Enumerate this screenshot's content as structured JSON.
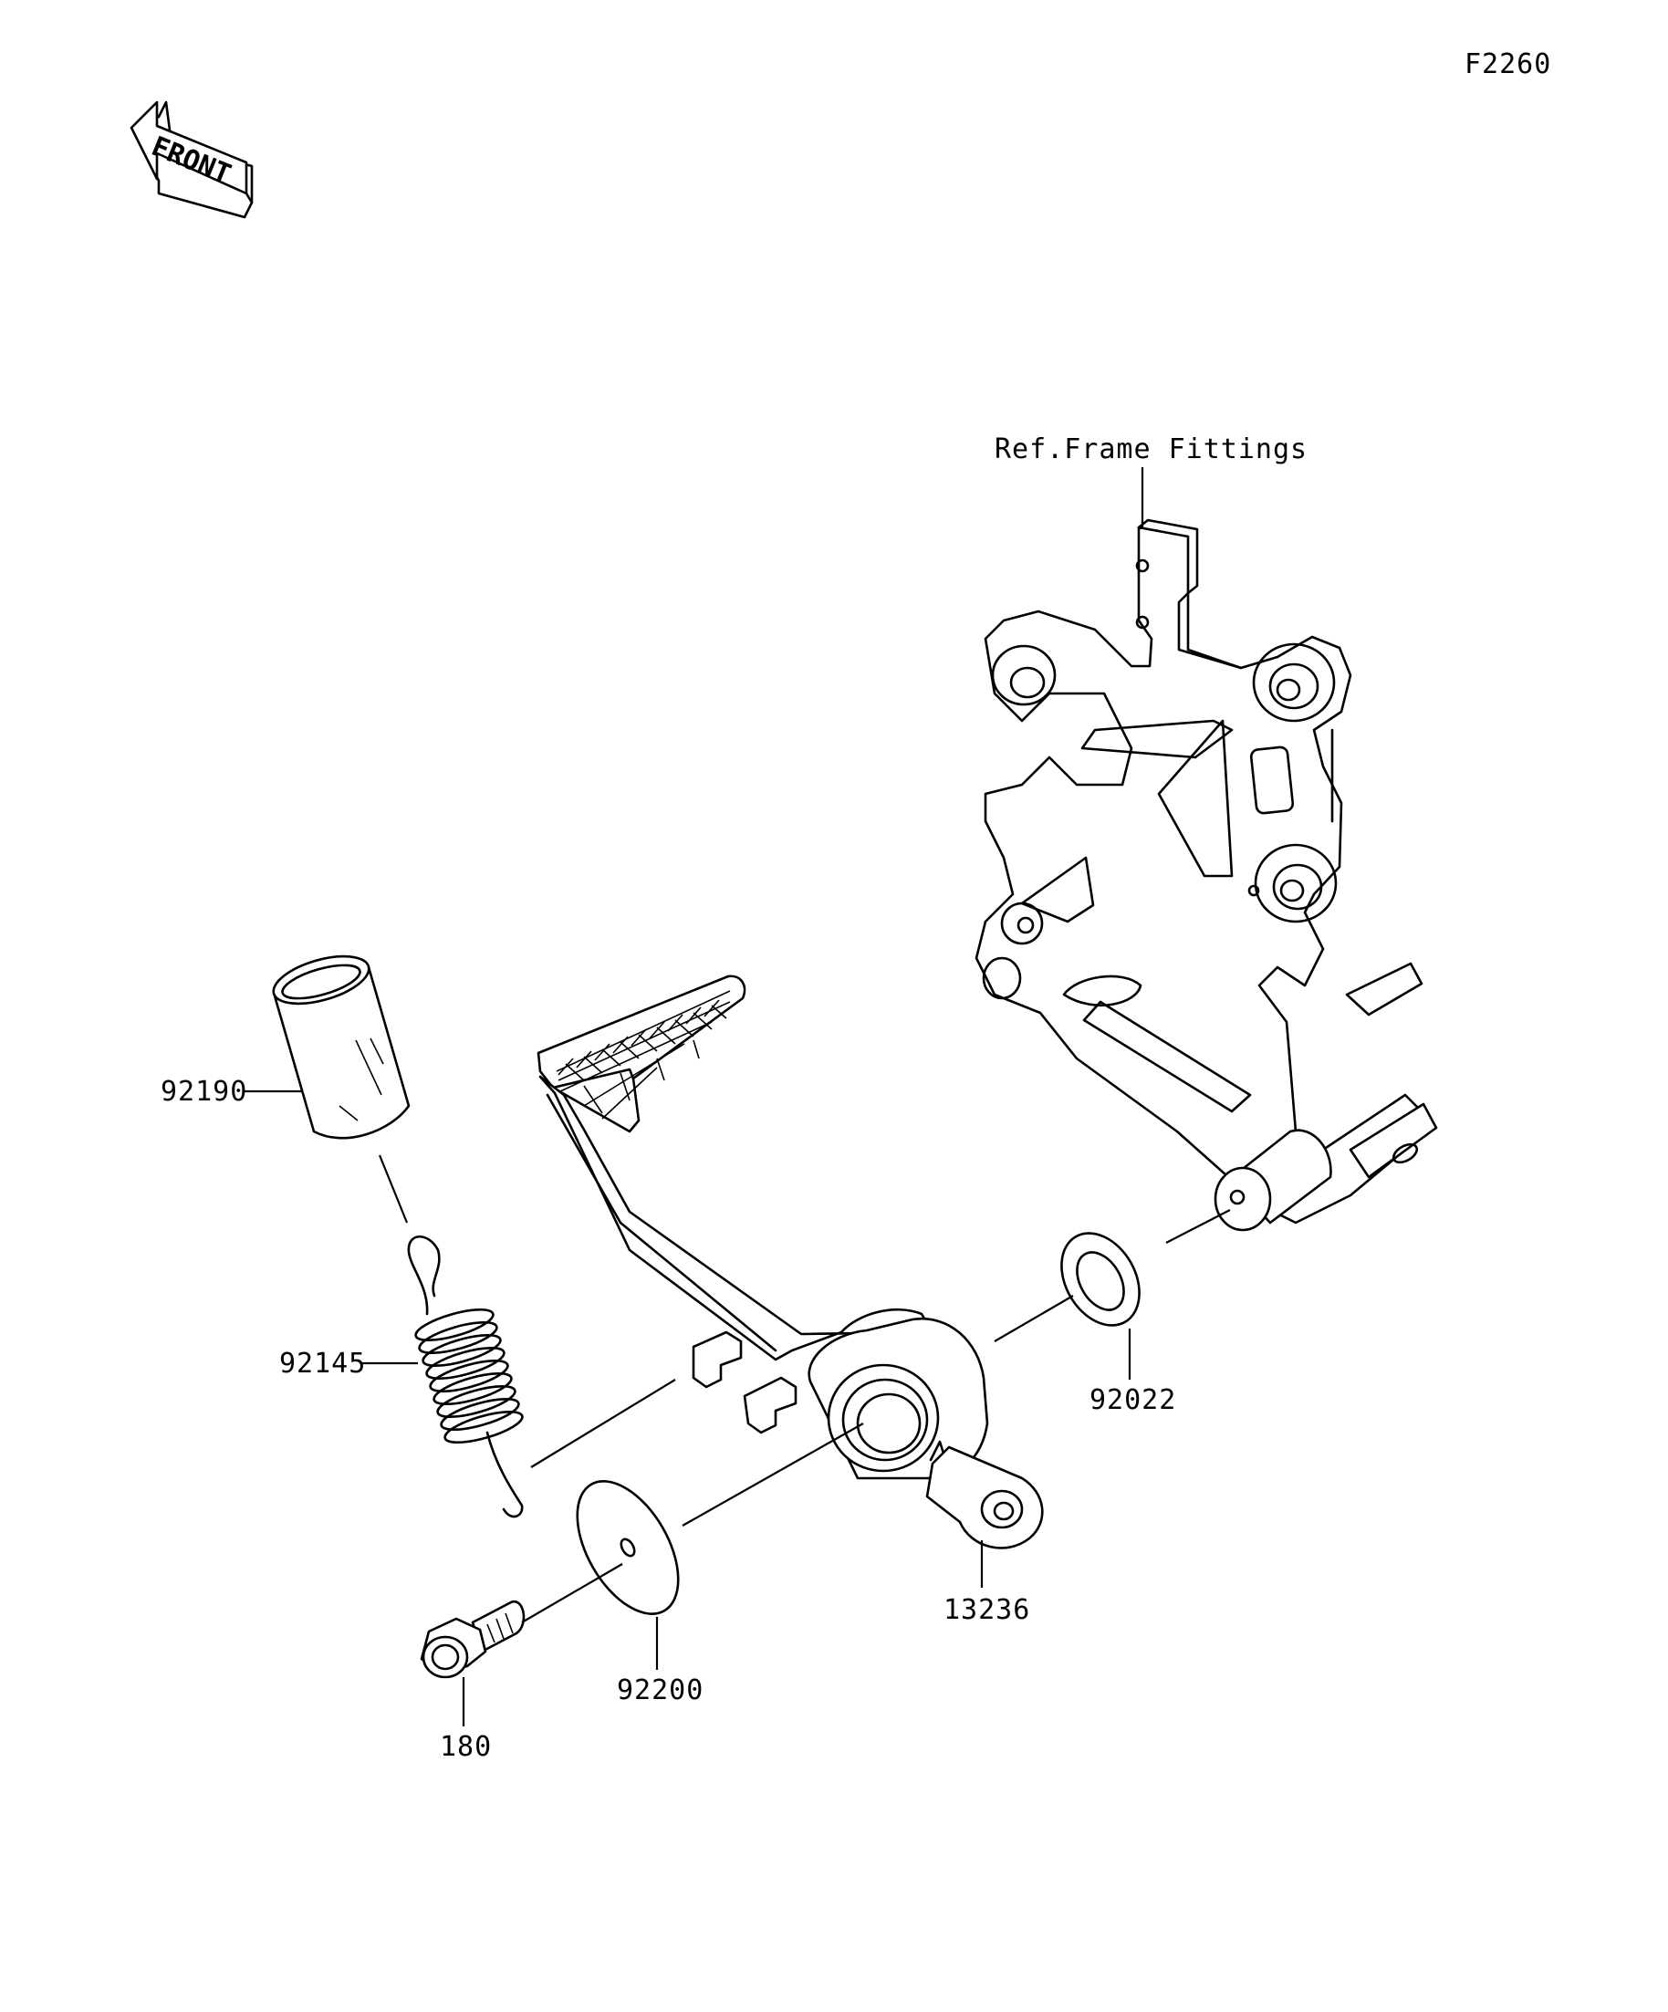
{
  "figure_code": "F2260",
  "front_label": "FRONT",
  "reference_note": "Ref.Frame Fittings",
  "parts": [
    {
      "number": "92190"
    },
    {
      "number": "92145"
    },
    {
      "number": "13236"
    },
    {
      "number": "92022"
    },
    {
      "number": "92200"
    },
    {
      "number": "180"
    }
  ]
}
